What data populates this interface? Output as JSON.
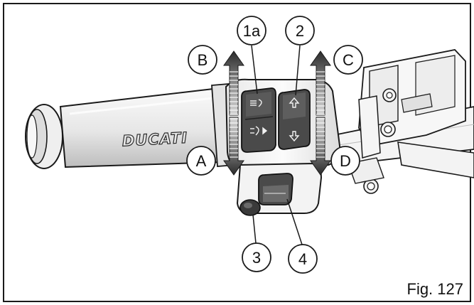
{
  "figure": {
    "caption": "Fig. 127",
    "brand_text": "DUCATI"
  },
  "callouts": {
    "c1a": "1a",
    "c2": "2",
    "c3": "3",
    "c4": "4",
    "cA": "A",
    "cB": "B",
    "cC": "C",
    "cD": "D"
  },
  "colors": {
    "line": "#1a1a1a",
    "background": "#ffffff",
    "part_light": "#f2f2f2",
    "part_mid": "#cfcfcf",
    "switch_dark": "#4a4a4a",
    "arrow_dark": "#2e2e2e",
    "arrow_light": "#d0d0d0"
  }
}
